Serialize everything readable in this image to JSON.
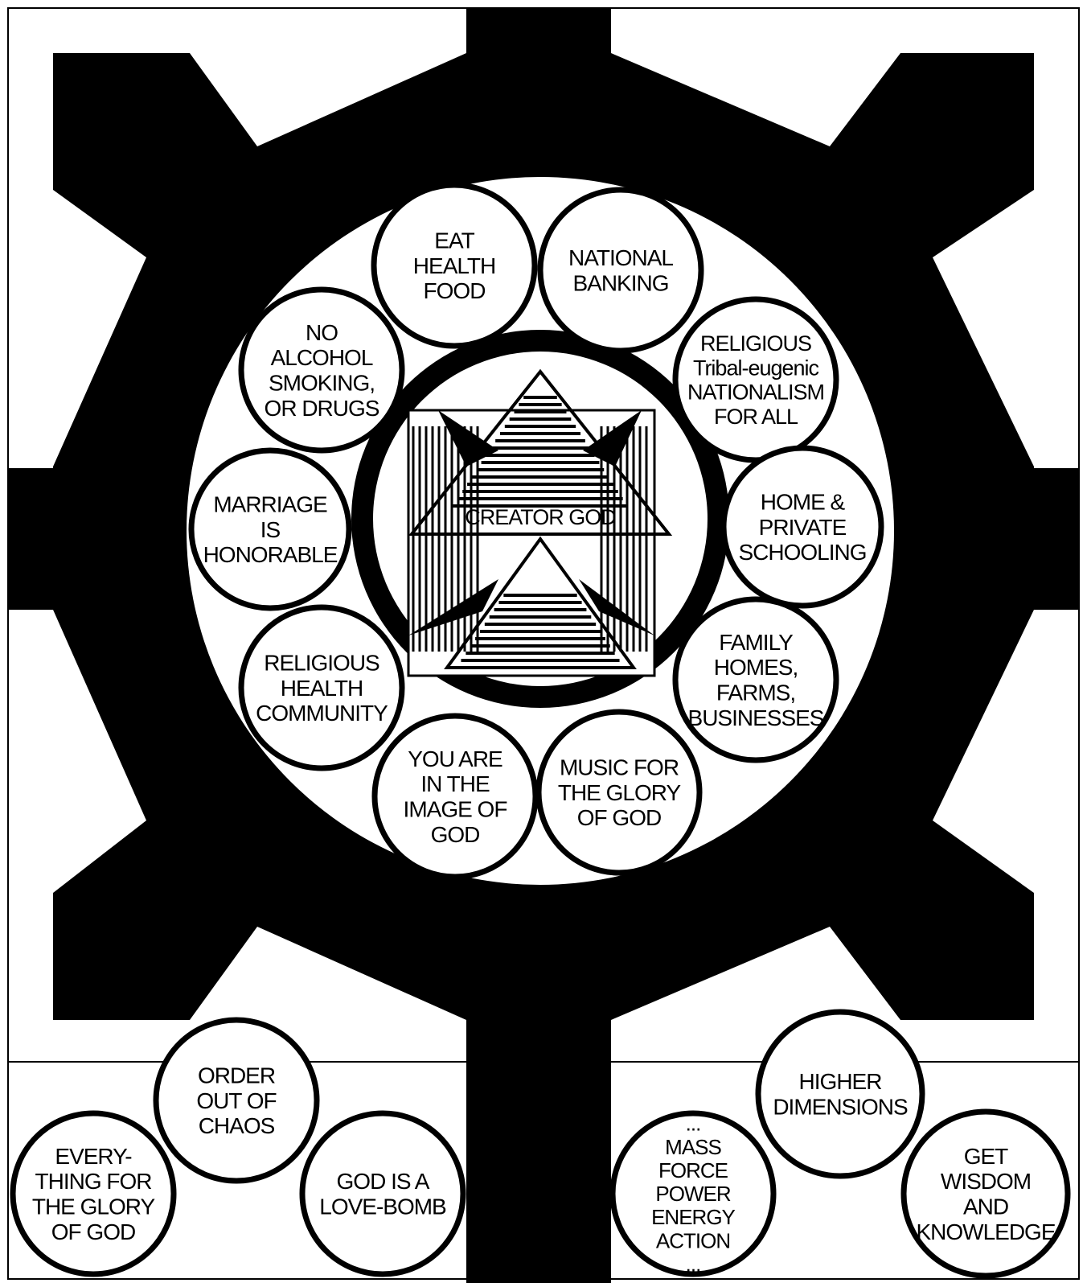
{
  "colors": {
    "ink": "#000000",
    "paper": "#ffffff"
  },
  "center": {
    "label": "CREATOR GOD"
  },
  "ring_circles": [
    {
      "id": "eat-health-food",
      "lines": [
        "EAT",
        "HEALTH",
        "FOOD"
      ]
    },
    {
      "id": "national-banking",
      "lines": [
        "NATIONAL",
        "BANKING"
      ]
    },
    {
      "id": "religious-nationalism",
      "lines": [
        "RELIGIOUS",
        "Tribal-eugenic",
        "NATIONALISM",
        "FOR ALL"
      ]
    },
    {
      "id": "home-private-schooling",
      "lines": [
        "HOME &",
        "PRIVATE",
        "SCHOOLING"
      ]
    },
    {
      "id": "family-homes",
      "lines": [
        "FAMILY",
        "HOMES,",
        "FARMS,",
        "BUSINESSES"
      ]
    },
    {
      "id": "music-glory",
      "lines": [
        "MUSIC FOR",
        "THE GLORY",
        "OF GOD"
      ]
    },
    {
      "id": "image-of-god",
      "lines": [
        "YOU ARE",
        "IN THE",
        "IMAGE OF",
        "GOD"
      ]
    },
    {
      "id": "religious-health",
      "lines": [
        "RELIGIOUS",
        "HEALTH",
        "COMMUNITY"
      ]
    },
    {
      "id": "marriage",
      "lines": [
        "MARRIAGE",
        "IS",
        "HONORABLE"
      ]
    },
    {
      "id": "no-alcohol",
      "lines": [
        "NO",
        "ALCOHOL",
        "SMOKING,",
        "OR DRUGS"
      ]
    }
  ],
  "bottom_circles": [
    {
      "id": "order-out-of-chaos",
      "lines": [
        "ORDER",
        "OUT OF",
        "CHAOS"
      ]
    },
    {
      "id": "everything-glory",
      "lines": [
        "EVERY-",
        "THING FOR",
        "THE GLORY",
        "OF GOD"
      ]
    },
    {
      "id": "love-bomb",
      "lines": [
        "GOD IS A",
        "LOVE-BOMB"
      ]
    },
    {
      "id": "higher-dimensions",
      "lines": [
        "HIGHER",
        "DIMENSIONS"
      ]
    },
    {
      "id": "mass-force",
      "lines": [
        "...",
        "MASS",
        "FORCE",
        "POWER",
        "ENERGY",
        "ACTION",
        "..."
      ]
    },
    {
      "id": "wisdom-knowledge",
      "lines": [
        "GET",
        "WISDOM",
        "AND",
        "KNOWLEDGE"
      ]
    }
  ]
}
